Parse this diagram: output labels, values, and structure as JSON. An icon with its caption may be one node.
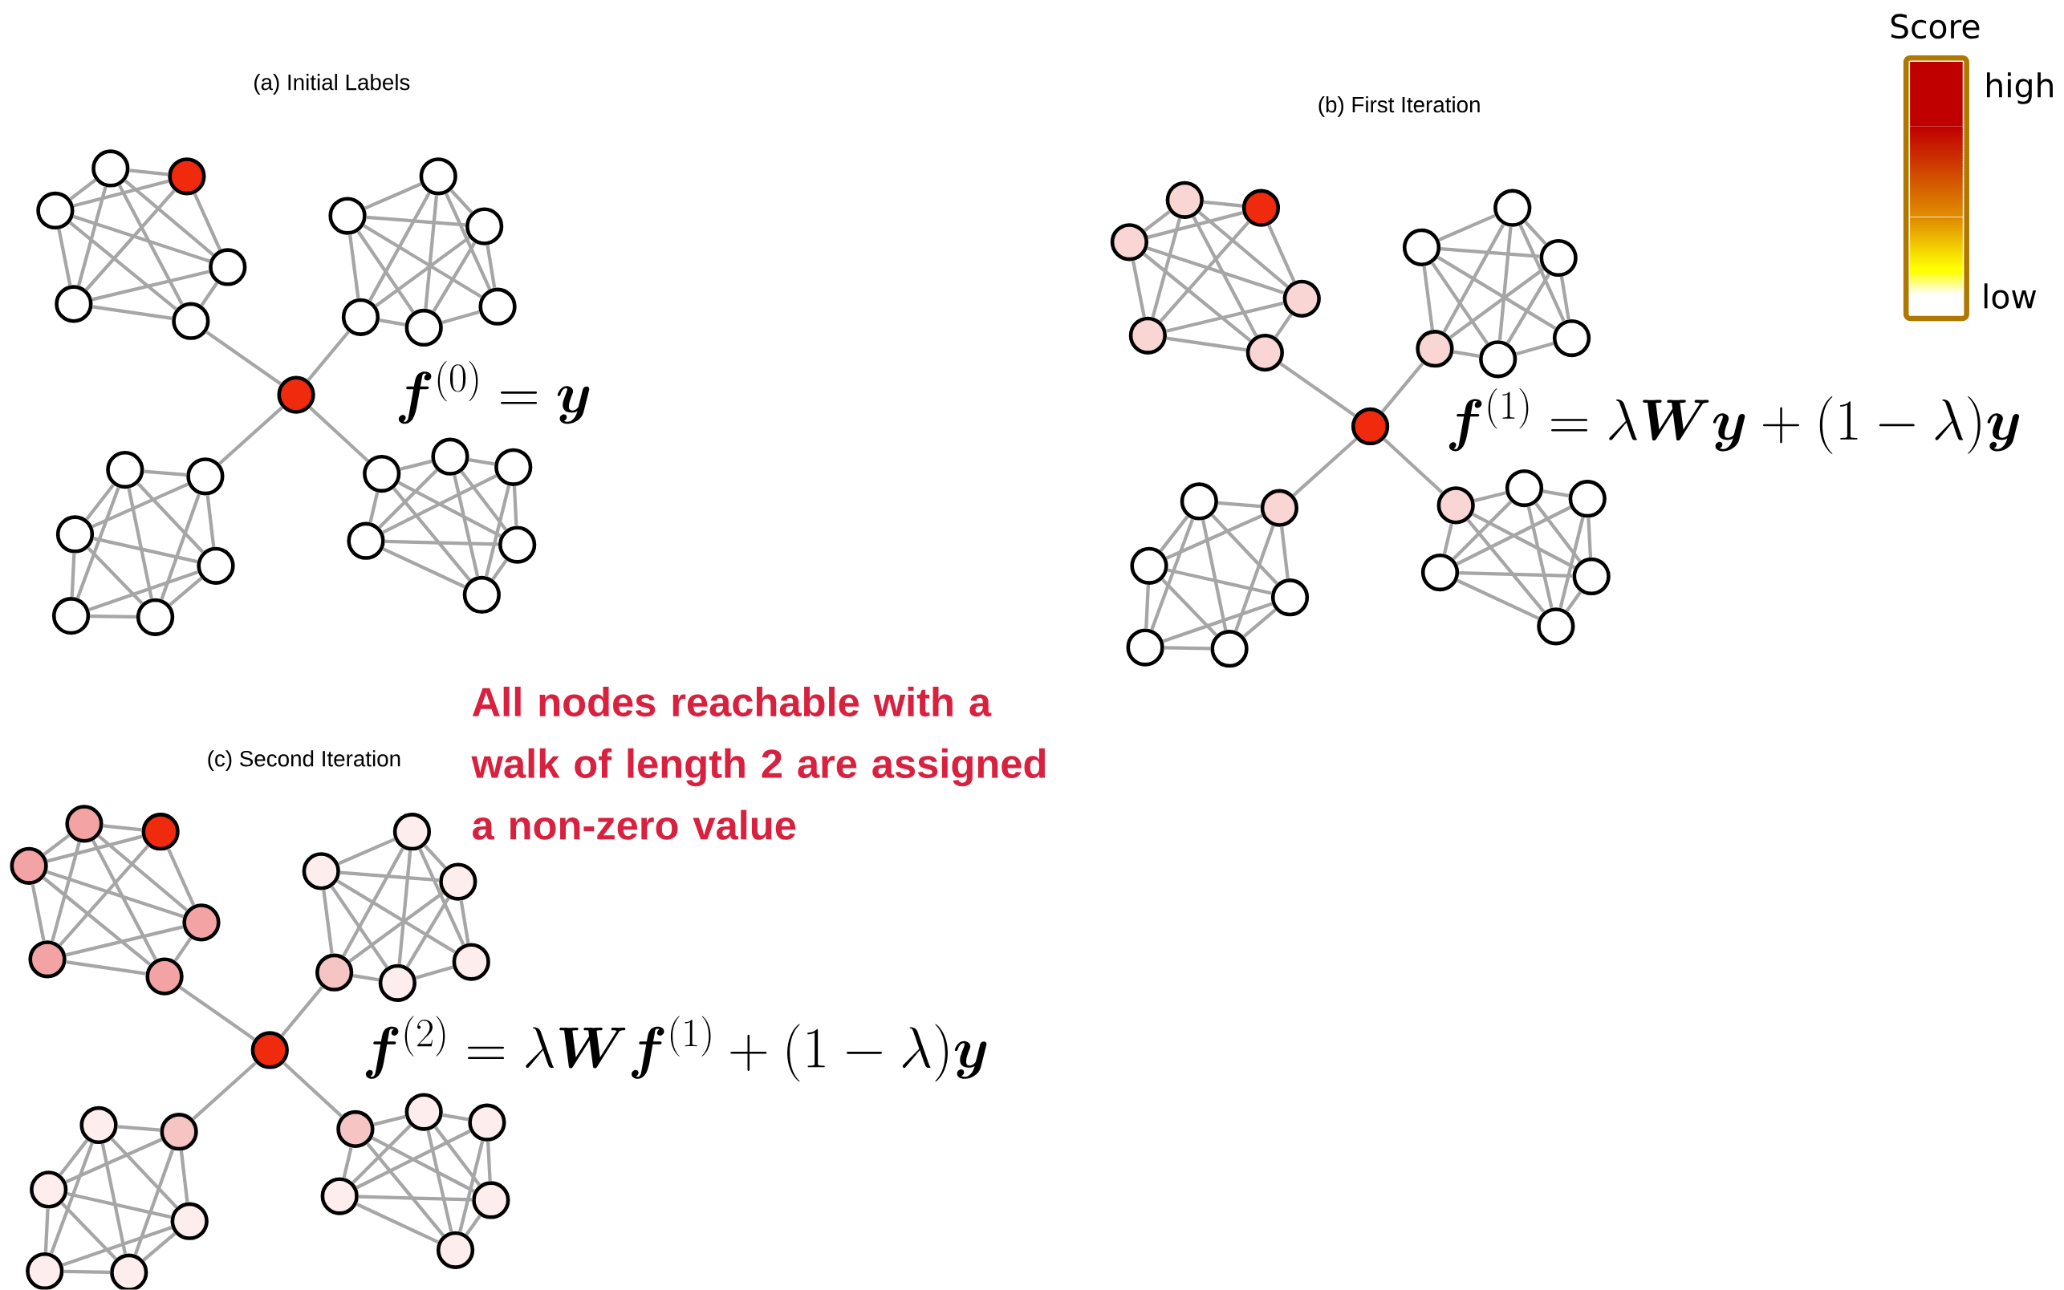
{
  "diagram": {
    "nodes": [
      {
        "text": [],
        "shape": "circle"
      },
      {
        "text": [],
        "shape": "circle"
      },
      {
        "text": [],
        "shape": "circle"
      },
      {
        "text": [],
        "shape": "circle"
      },
      {
        "text": [],
        "shape": "circle"
      },
      {
        "text": [],
        "shape": "circle"
      },
      {
        "text": [],
        "shape": "circle"
      },
      {
        "text": [],
        "shape": "circle"
      },
      {
        "text": [],
        "shape": "circle"
      },
      {
        "text": [],
        "shape": "circle"
      },
      {
        "text": [],
        "shape": "circle"
      },
      {
        "text": [],
        "shape": "circle"
      },
      {
        "text": [],
        "shape": "circle"
      },
      {
        "text": [],
        "shape": "circle"
      },
      {
        "text": [],
        "shape": "circle"
      },
      {
        "text": [],
        "shape": "circle"
      },
      {
        "text": [],
        "shape": "circle"
      },
      {
        "text": [],
        "shape": "circle"
      },
      {
        "text": [],
        "shape": "circle"
      },
      {
        "text": [],
        "shape": "circle"
      },
      {
        "text": [],
        "shape": "circle"
      },
      {
        "text": [],
        "shape": "circle"
      },
      {
        "text": [],
        "shape": "circle"
      },
      {
        "text": [],
        "shape": "circle"
      },
      {
        "text": [],
        "shape": "circle"
      },
      {
        "text": [],
        "shape": "circle"
      },
      {
        "text": [],
        "shape": "circle"
      },
      {
        "text": [],
        "shape": "circle"
      },
      {
        "text": [],
        "shape": "circle"
      },
      {
        "text": [],
        "shape": "circle"
      },
      {
        "text": [],
        "shape": "circle"
      },
      {
        "text": [],
        "shape": "circle"
      },
      {
        "text": [],
        "shape": "circle"
      },
      {
        "text": [],
        "shape": "circle"
      },
      {
        "text": [],
        "shape": "circle"
      },
      {
        "text": [],
        "shape": "circle"
      },
      {
        "text": [],
        "shape": "circle"
      },
      {
        "text": [],
        "shape": "circle"
      },
      {
        "text": [],
        "shape": "circle"
      },
      {
        "text": [],
        "shape": "circle"
      },
      {
        "text": [],
        "shape": "circle"
      },
      {
        "text": [],
        "shape": "circle"
      },
      {
        "text": [],
        "shape": "circle"
      },
      {
        "text": [],
        "shape": "circle"
      },
      {
        "text": [],
        "shape": "circle"
      },
      {
        "text": [],
        "shape": "circle"
      },
      {
        "text": [],
        "shape": "circle"
      },
      {
        "text": [],
        "shape": "circle"
      },
      {
        "text": [],
        "shape": "circle"
      },
      {
        "text": [],
        "shape": "circle"
      },
      {
        "text": [],
        "shape": "circle"
      },
      {
        "text": [],
        "shape": "circle"
      },
      {
        "text": [],
        "shape": "circle"
      },
      {
        "text": [],
        "shape": "circle"
      },
      {
        "text": [],
        "shape": "circle"
      },
      {
        "text": [],
        "shape": "circle"
      },
      {
        "text": [],
        "shape": "circle"
      },
      {
        "text": [],
        "shape": "circle"
      },
      {
        "text": [],
        "shape": "circle"
      },
      {
        "text": [],
        "shape": "circle"
      },
      {
        "text": [],
        "shape": "circle"
      },
      {
        "text": [],
        "shape": "circle"
      },
      {
        "text": [],
        "shape": "circle"
      },
      {
        "text": [],
        "shape": "circle"
      },
      {
        "text": [],
        "shape": "circle"
      },
      {
        "text": [],
        "shape": "circle"
      },
      {
        "text": [],
        "shape": "circle"
      },
      {
        "text": [],
        "shape": "circle"
      },
      {
        "text": [],
        "shape": "circle"
      },
      {
        "text": [],
        "shape": "circle"
      },
      {
        "text": [],
        "shape": "circle"
      },
      {
        "text": [],
        "shape": "circle"
      },
      {
        "text": [],
        "shape": "circle"
      },
      {
        "text": [],
        "shape": "circle"
      },
      {
        "text": [],
        "shape": "circle"
      }
    ],
    "edges": [
      {
        "from": 0,
        "to": 6,
        "arrow": "none"
      },
      {
        "from": 0,
        "to": 10,
        "arrow": "none"
      },
      {
        "from": 0,
        "to": 14,
        "arrow": "none"
      },
      {
        "from": 0,
        "to": 20,
        "arrow": "none"
      },
      {
        "from": 1,
        "to": 2,
        "arrow": "none"
      },
      {
        "from": 1,
        "to": 3,
        "arrow": "none"
      },
      {
        "from": 1,
        "to": 4,
        "arrow": "none"
      },
      {
        "from": 1,
        "to": 5,
        "arrow": "none"
      },
      {
        "from": 1,
        "to": 6,
        "arrow": "none"
      },
      {
        "from": 2,
        "to": 3,
        "arrow": "none"
      },
      {
        "from": 2,
        "to": 4,
        "arrow": "none"
      },
      {
        "from": 2,
        "to": 5,
        "arrow": "none"
      },
      {
        "from": 3,
        "to": 4,
        "arrow": "none"
      },
      {
        "from": 3,
        "to": 5,
        "arrow": "none"
      },
      {
        "from": 3,
        "to": 6,
        "arrow": "none"
      },
      {
        "from": 4,
        "to": 5,
        "arrow": "none"
      },
      {
        "from": 4,
        "to": 6,
        "arrow": "none"
      },
      {
        "from": 5,
        "to": 6,
        "arrow": "none"
      },
      {
        "from": 7,
        "to": 8,
        "arrow": "none"
      },
      {
        "from": 7,
        "to": 9,
        "arrow": "none"
      },
      {
        "from": 7,
        "to": 10,
        "arrow": "none"
      },
      {
        "from": 7,
        "to": 11,
        "arrow": "none"
      },
      {
        "from": 7,
        "to": 12,
        "arrow": "none"
      },
      {
        "from": 8,
        "to": 9,
        "arrow": "none"
      },
      {
        "from": 8,
        "to": 10,
        "arrow": "none"
      },
      {
        "from": 8,
        "to": 11,
        "arrow": "none"
      },
      {
        "from": 8,
        "to": 12,
        "arrow": "none"
      },
      {
        "from": 9,
        "to": 10,
        "arrow": "none"
      },
      {
        "from": 9,
        "to": 11,
        "arrow": "none"
      },
      {
        "from": 9,
        "to": 12,
        "arrow": "none"
      },
      {
        "from": 10,
        "to": 11,
        "arrow": "none"
      },
      {
        "from": 11,
        "to": 12,
        "arrow": "none"
      },
      {
        "from": 13,
        "to": 14,
        "arrow": "none"
      },
      {
        "from": 13,
        "to": 15,
        "arrow": "none"
      },
      {
        "from": 13,
        "to": 16,
        "arrow": "none"
      },
      {
        "from": 13,
        "to": 17,
        "arrow": "none"
      },
      {
        "from": 13,
        "to": 18,
        "arrow": "none"
      },
      {
        "from": 14,
        "to": 15,
        "arrow": "none"
      },
      {
        "from": 14,
        "to": 16,
        "arrow": "none"
      },
      {
        "from": 14,
        "to": 18,
        "arrow": "none"
      },
      {
        "from": 15,
        "to": 16,
        "arrow": "none"
      },
      {
        "from": 15,
        "to": 17,
        "arrow": "none"
      },
      {
        "from": 15,
        "to": 18,
        "arrow": "none"
      },
      {
        "from": 16,
        "to": 17,
        "arrow": "none"
      },
      {
        "from": 16,
        "to": 18,
        "arrow": "none"
      },
      {
        "from": 17,
        "to": 18,
        "arrow": "none"
      },
      {
        "from": 19,
        "to": 20,
        "arrow": "none"
      },
      {
        "from": 19,
        "to": 21,
        "arrow": "none"
      },
      {
        "from": 19,
        "to": 22,
        "arrow": "none"
      },
      {
        "from": 19,
        "to": 23,
        "arrow": "none"
      },
      {
        "from": 19,
        "to": 24,
        "arrow": "none"
      },
      {
        "from": 20,
        "to": 22,
        "arrow": "none"
      },
      {
        "from": 20,
        "to": 23,
        "arrow": "none"
      },
      {
        "from": 20,
        "to": 24,
        "arrow": "none"
      },
      {
        "from": 21,
        "to": 22,
        "arrow": "none"
      },
      {
        "from": 21,
        "to": 23,
        "arrow": "none"
      },
      {
        "from": 21,
        "to": 24,
        "arrow": "none"
      },
      {
        "from": 22,
        "to": 23,
        "arrow": "none"
      },
      {
        "from": 22,
        "to": 24,
        "arrow": "none"
      },
      {
        "from": 23,
        "to": 24,
        "arrow": "none"
      },
      {
        "from": 25,
        "to": 31,
        "arrow": "none"
      },
      {
        "from": 25,
        "to": 35,
        "arrow": "none"
      },
      {
        "from": 25,
        "to": 39,
        "arrow": "none"
      },
      {
        "from": 25,
        "to": 45,
        "arrow": "none"
      },
      {
        "from": 26,
        "to": 27,
        "arrow": "none"
      },
      {
        "from": 26,
        "to": 28,
        "arrow": "none"
      },
      {
        "from": 26,
        "to": 29,
        "arrow": "none"
      },
      {
        "from": 26,
        "to": 30,
        "arrow": "none"
      },
      {
        "from": 26,
        "to": 31,
        "arrow": "none"
      },
      {
        "from": 27,
        "to": 28,
        "arrow": "none"
      },
      {
        "from": 27,
        "to": 29,
        "arrow": "none"
      },
      {
        "from": 27,
        "to": 30,
        "arrow": "none"
      },
      {
        "from": 28,
        "to": 29,
        "arrow": "none"
      },
      {
        "from": 28,
        "to": 30,
        "arrow": "none"
      },
      {
        "from": 28,
        "to": 31,
        "arrow": "none"
      },
      {
        "from": 29,
        "to": 30,
        "arrow": "none"
      },
      {
        "from": 29,
        "to": 31,
        "arrow": "none"
      },
      {
        "from": 30,
        "to": 31,
        "arrow": "none"
      },
      {
        "from": 32,
        "to": 33,
        "arrow": "none"
      },
      {
        "from": 32,
        "to": 34,
        "arrow": "none"
      },
      {
        "from": 32,
        "to": 35,
        "arrow": "none"
      },
      {
        "from": 32,
        "to": 36,
        "arrow": "none"
      },
      {
        "from": 32,
        "to": 37,
        "arrow": "none"
      },
      {
        "from": 33,
        "to": 34,
        "arrow": "none"
      },
      {
        "from": 33,
        "to": 35,
        "arrow": "none"
      },
      {
        "from": 33,
        "to": 36,
        "arrow": "none"
      },
      {
        "from": 33,
        "to": 37,
        "arrow": "none"
      },
      {
        "from": 34,
        "to": 35,
        "arrow": "none"
      },
      {
        "from": 34,
        "to": 36,
        "arrow": "none"
      },
      {
        "from": 34,
        "to": 37,
        "arrow": "none"
      },
      {
        "from": 35,
        "to": 36,
        "arrow": "none"
      },
      {
        "from": 36,
        "to": 37,
        "arrow": "none"
      },
      {
        "from": 38,
        "to": 39,
        "arrow": "none"
      },
      {
        "from": 38,
        "to": 40,
        "arrow": "none"
      },
      {
        "from": 38,
        "to": 41,
        "arrow": "none"
      },
      {
        "from": 38,
        "to": 42,
        "arrow": "none"
      },
      {
        "from": 38,
        "to": 43,
        "arrow": "none"
      },
      {
        "from": 39,
        "to": 40,
        "arrow": "none"
      },
      {
        "from": 39,
        "to": 41,
        "arrow": "none"
      },
      {
        "from": 39,
        "to": 43,
        "arrow": "none"
      },
      {
        "from": 40,
        "to": 41,
        "arrow": "none"
      },
      {
        "from": 40,
        "to": 42,
        "arrow": "none"
      },
      {
        "from": 40,
        "to": 43,
        "arrow": "none"
      },
      {
        "from": 41,
        "to": 42,
        "arrow": "none"
      },
      {
        "from": 41,
        "to": 43,
        "arrow": "none"
      },
      {
        "from": 42,
        "to": 43,
        "arrow": "none"
      },
      {
        "from": 44,
        "to": 45,
        "arrow": "none"
      },
      {
        "from": 44,
        "to": 46,
        "arrow": "none"
      },
      {
        "from": 44,
        "to": 47,
        "arrow": "none"
      },
      {
        "from": 44,
        "to": 48,
        "arrow": "none"
      },
      {
        "from": 44,
        "to": 49,
        "arrow": "none"
      },
      {
        "from": 45,
        "to": 47,
        "arrow": "none"
      },
      {
        "from": 45,
        "to": 48,
        "arrow": "none"
      },
      {
        "from": 45,
        "to": 49,
        "arrow": "none"
      },
      {
        "from": 46,
        "to": 47,
        "arrow": "none"
      },
      {
        "from": 46,
        "to": 48,
        "arrow": "none"
      },
      {
        "from": 46,
        "to": 49,
        "arrow": "none"
      },
      {
        "from": 47,
        "to": 48,
        "arrow": "none"
      },
      {
        "from": 47,
        "to": 49,
        "arrow": "none"
      },
      {
        "from": 48,
        "to": 49,
        "arrow": "none"
      },
      {
        "from": 50,
        "to": 56,
        "arrow": "none"
      },
      {
        "from": 50,
        "to": 60,
        "arrow": "none"
      },
      {
        "from": 50,
        "to": 64,
        "arrow": "none"
      },
      {
        "from": 50,
        "to": 70,
        "arrow": "none"
      },
      {
        "from": 51,
        "to": 52,
        "arrow": "none"
      },
      {
        "from": 51,
        "to": 53,
        "arrow": "none"
      },
      {
        "from": 51,
        "to": 54,
        "arrow": "none"
      },
      {
        "from": 51,
        "to": 55,
        "arrow": "none"
      },
      {
        "from": 51,
        "to": 56,
        "arrow": "none"
      },
      {
        "from": 52,
        "to": 53,
        "arrow": "none"
      },
      {
        "from": 52,
        "to": 54,
        "arrow": "none"
      },
      {
        "from": 52,
        "to": 55,
        "arrow": "none"
      },
      {
        "from": 53,
        "to": 54,
        "arrow": "none"
      },
      {
        "from": 53,
        "to": 55,
        "arrow": "none"
      },
      {
        "from": 53,
        "to": 56,
        "arrow": "none"
      },
      {
        "from": 54,
        "to": 55,
        "arrow": "none"
      },
      {
        "from": 54,
        "to": 56,
        "arrow": "none"
      },
      {
        "from": 55,
        "to": 56,
        "arrow": "none"
      },
      {
        "from": 57,
        "to": 58,
        "arrow": "none"
      },
      {
        "from": 57,
        "to": 59,
        "arrow": "none"
      },
      {
        "from": 57,
        "to": 60,
        "arrow": "none"
      },
      {
        "from": 57,
        "to": 61,
        "arrow": "none"
      },
      {
        "from": 57,
        "to": 62,
        "arrow": "none"
      },
      {
        "from": 58,
        "to": 59,
        "arrow": "none"
      },
      {
        "from": 58,
        "to": 60,
        "arrow": "none"
      },
      {
        "from": 58,
        "to": 61,
        "arrow": "none"
      },
      {
        "from": 58,
        "to": 62,
        "arrow": "none"
      },
      {
        "from": 59,
        "to": 60,
        "arrow": "none"
      },
      {
        "from": 59,
        "to": 61,
        "arrow": "none"
      },
      {
        "from": 59,
        "to": 62,
        "arrow": "none"
      },
      {
        "from": 60,
        "to": 61,
        "arrow": "none"
      },
      {
        "from": 61,
        "to": 62,
        "arrow": "none"
      },
      {
        "from": 63,
        "to": 64,
        "arrow": "none"
      },
      {
        "from": 63,
        "to": 65,
        "arrow": "none"
      },
      {
        "from": 63,
        "to": 66,
        "arrow": "none"
      },
      {
        "from": 63,
        "to": 67,
        "arrow": "none"
      },
      {
        "from": 63,
        "to": 68,
        "arrow": "none"
      },
      {
        "from": 64,
        "to": 65,
        "arrow": "none"
      },
      {
        "from": 64,
        "to": 66,
        "arrow": "none"
      },
      {
        "from": 64,
        "to": 68,
        "arrow": "none"
      },
      {
        "from": 65,
        "to": 66,
        "arrow": "none"
      },
      {
        "from": 65,
        "to": 67,
        "arrow": "none"
      },
      {
        "from": 65,
        "to": 68,
        "arrow": "none"
      },
      {
        "from": 66,
        "to": 67,
        "arrow": "none"
      },
      {
        "from": 66,
        "to": 68,
        "arrow": "none"
      },
      {
        "from": 67,
        "to": 68,
        "arrow": "none"
      },
      {
        "from": 69,
        "to": 70,
        "arrow": "none"
      },
      {
        "from": 69,
        "to": 71,
        "arrow": "none"
      },
      {
        "from": 69,
        "to": 72,
        "arrow": "none"
      },
      {
        "from": 69,
        "to": 73,
        "arrow": "none"
      },
      {
        "from": 69,
        "to": 74,
        "arrow": "none"
      },
      {
        "from": 70,
        "to": 72,
        "arrow": "none"
      },
      {
        "from": 70,
        "to": 73,
        "arrow": "none"
      },
      {
        "from": 70,
        "to": 74,
        "arrow": "none"
      },
      {
        "from": 71,
        "to": 72,
        "arrow": "none"
      },
      {
        "from": 71,
        "to": 73,
        "arrow": "none"
      },
      {
        "from": 71,
        "to": 74,
        "arrow": "none"
      },
      {
        "from": 72,
        "to": 73,
        "arrow": "none"
      },
      {
        "from": 72,
        "to": 74,
        "arrow": "none"
      },
      {
        "from": 73,
        "to": 74,
        "arrow": "none"
      }
    ],
    "labels": [
      "(a) Initial Labels",
      "\\boldsymbol{f}^{(0)} = \\boldsymbol{y}",
      "Score",
      "(b) First Iteration",
      "\\boldsymbol{f}^{(1)} = \\lambda \\boldsymbol{W} \\boldsymbol{y} + (1-\\lambda) \\boldsymbol{y}",
      "All nodes reachable with a walk of length 2 are assigned a non-zero value",
      "(c) Second Iteration",
      "\\boldsymbol{f}^{(2)} = \\lambda \\boldsymbol{W} \\boldsymbol{f}^{(1)} + (1-\\lambda) \\boldsymbol{y}"
    ],
    "legend": [
      {
        "text": "high",
        "color": "#c00000"
      },
      {
        "text": "low",
        "color": "#ffffff"
      }
    ]
  }
}
